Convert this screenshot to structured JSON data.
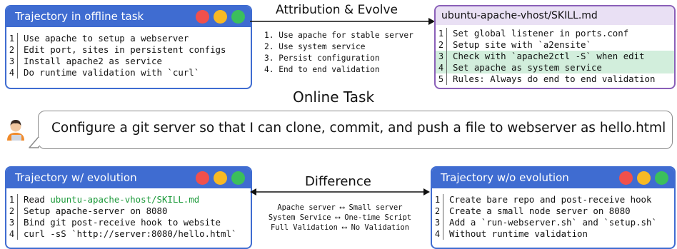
{
  "offline": {
    "title": "Trajectory in offline task",
    "lines": [
      "Use apache to setup a webserver",
      "Edit port, sites in persistent configs",
      "Install apache2 as service",
      "Do runtime validation with `curl`"
    ]
  },
  "attribution": {
    "title": "Attribution & Evolve",
    "items": [
      "1. Use apache for stable server",
      "2. Use system service",
      "3. Persist configuration",
      "4. End to end validation"
    ]
  },
  "skill": {
    "title": "ubuntu-apache-vhost/SKILL.md",
    "lines": [
      "Set global listener in ports.conf",
      "Setup site with `a2ensite`",
      "Check with `apache2ctl -S` when edit",
      "Set apache as system service",
      "Rules: Always do end to end validation"
    ]
  },
  "online": {
    "title": "Online Task",
    "prompt": "Configure a git server so that I can clone, commit, and push a file to webserver as hello.html"
  },
  "with_evolution": {
    "title": "Trajectory w/ evolution",
    "line1_prefix": "Read ",
    "line1_link": "ubuntu-apache-vhost/SKILL.md",
    "lines": [
      "Setup apache-server on 8080",
      "Bind git post-receive hook to website",
      "curl -sS `http://server:8080/hello.html`"
    ]
  },
  "difference": {
    "title": "Difference",
    "items": [
      "Apache server ⟷ Small server",
      "System Service ⟷ One-time Script",
      "Full Validation ⟷ No Validation"
    ]
  },
  "without_evolution": {
    "title": "Trajectory w/o evolution",
    "lines": [
      "Create bare repo and post-receive hook",
      "Create a small node server on 8080",
      "Add a `run-webserver.sh` and `setup.sh`",
      "Without runtime validation"
    ]
  },
  "line_numbers": [
    "1",
    "2",
    "3",
    "4",
    "5"
  ],
  "colors": {
    "blue": "#3f6cd1",
    "purple": "#8a5fb8",
    "highlight": "#d2eedc",
    "link_green": "#1c9a3a"
  }
}
